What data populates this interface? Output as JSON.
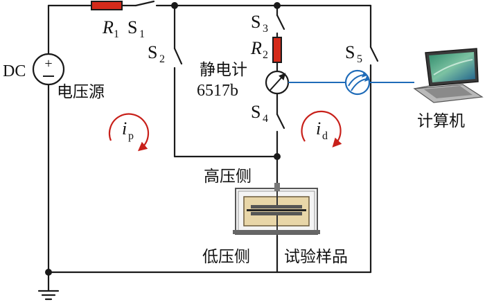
{
  "labels": {
    "dc": "DC",
    "source": "电压源",
    "r1": "R",
    "r1_sub": "1",
    "s1": "S",
    "s1_sub": "1",
    "s2": "S",
    "s2_sub": "2",
    "s3": "S",
    "s3_sub": "3",
    "r2": "R",
    "r2_sub": "2",
    "meter_name": "静电计",
    "meter_model": "6517b",
    "s4": "S",
    "s4_sub": "4",
    "s5": "S",
    "s5_sub": "5",
    "computer": "计算机",
    "ip": "i",
    "ip_sub": "p",
    "id": "i",
    "id_sub": "d",
    "high_side": "高压侧",
    "low_side": "低压侧",
    "sample": "试验样品",
    "plus": "+",
    "minus": "−"
  },
  "colors": {
    "wire": "#1a1a1a",
    "resistor": "#d42a1a",
    "loop_arrow": "#c8201a",
    "signal_line": "#1e6bb8"
  },
  "icons": {
    "meter": "ammeter-icon",
    "link": "wireless-link-icon",
    "computer": "laptop-icon",
    "ground": "ground-icon"
  }
}
